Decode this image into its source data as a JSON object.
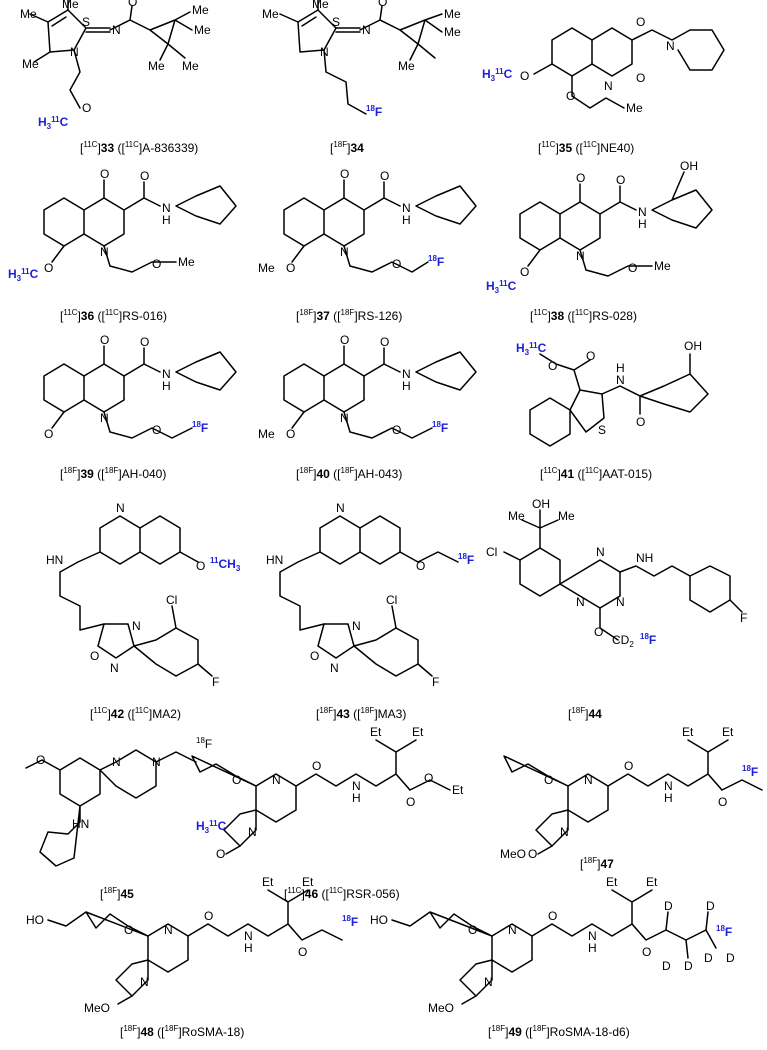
{
  "colors": {
    "label_highlight": "#1f22d6",
    "bond": "#000000"
  },
  "compounds": [
    {
      "iso": "11C",
      "num": "33",
      "alt_iso": "11C",
      "alt_name": "A-836339"
    },
    {
      "iso": "18F",
      "num": "34"
    },
    {
      "iso": "11C",
      "num": "35",
      "alt_iso": "11C",
      "alt_name": "NE40"
    },
    {
      "iso": "11C",
      "num": "36",
      "alt_iso": "11C",
      "alt_name": "RS-016"
    },
    {
      "iso": "18F",
      "num": "37",
      "alt_iso": "18F",
      "alt_name": "RS-126"
    },
    {
      "iso": "11C",
      "num": "38",
      "alt_iso": "11C",
      "alt_name": "RS-028"
    },
    {
      "iso": "18F",
      "num": "39",
      "alt_iso": "18F",
      "alt_name": "AH-040"
    },
    {
      "iso": "18F",
      "num": "40",
      "alt_iso": "18F",
      "alt_name": "AH-043"
    },
    {
      "iso": "11C",
      "num": "41",
      "alt_iso": "11C",
      "alt_name": "AAT-015"
    },
    {
      "iso": "11C",
      "num": "42",
      "alt_iso": "11C",
      "alt_name": "MA2"
    },
    {
      "iso": "18F",
      "num": "43",
      "alt_iso": "18F",
      "alt_name": "MA3"
    },
    {
      "iso": "18F",
      "num": "44"
    },
    {
      "iso": "18F",
      "num": "45"
    },
    {
      "iso": "11C",
      "num": "46",
      "alt_iso": "11C",
      "alt_name": "RSR-056"
    },
    {
      "iso": "18F",
      "num": "47"
    },
    {
      "iso": "18F",
      "num": "48",
      "alt_iso": "18F",
      "alt_name": "RoSMA-18"
    },
    {
      "iso": "18F",
      "num": "49",
      "alt_iso": "18F",
      "alt_name": "RoSMA-18-d6"
    }
  ]
}
